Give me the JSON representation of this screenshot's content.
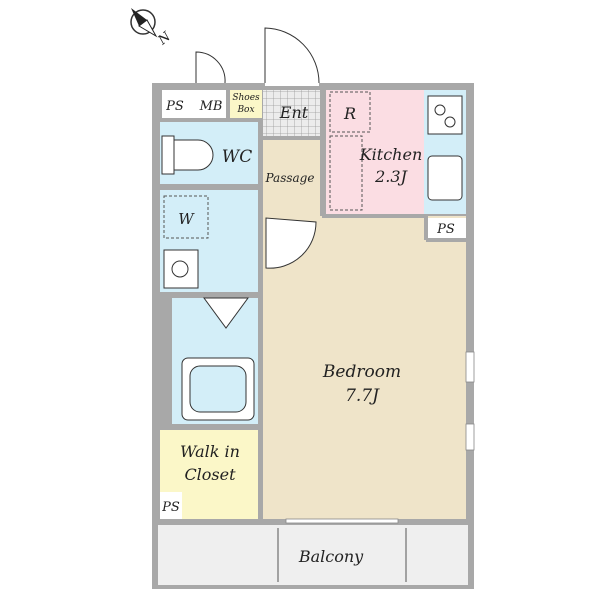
{
  "compass": {
    "label": "N"
  },
  "rooms": {
    "ps_top": "PS",
    "mb": "MB",
    "shoes_box_line1": "Shoes",
    "shoes_box_line2": "Box",
    "entrance": "Ent",
    "wc": "WC",
    "washer": "W",
    "passage": "Passage",
    "fridge": "R",
    "kitchen_name": "Kitchen",
    "kitchen_size": "2.3J",
    "ps_kitchen": "PS",
    "bedroom_name": "Bedroom",
    "bedroom_size": "7.7J",
    "walkin_line1": "Walk in",
    "walkin_line2": "Closet",
    "ps_bottom": "PS",
    "balcony": "Balcony"
  },
  "colors": {
    "wall": "#a8a8a8",
    "bedroom_floor": "#efe4c9",
    "wet_area": "#d3eef8",
    "kitchen_floor": "#fbdde3",
    "closet_floor": "#fbf7c8",
    "entrance_tile": "#ececec",
    "balcony_floor": "#efefef"
  }
}
